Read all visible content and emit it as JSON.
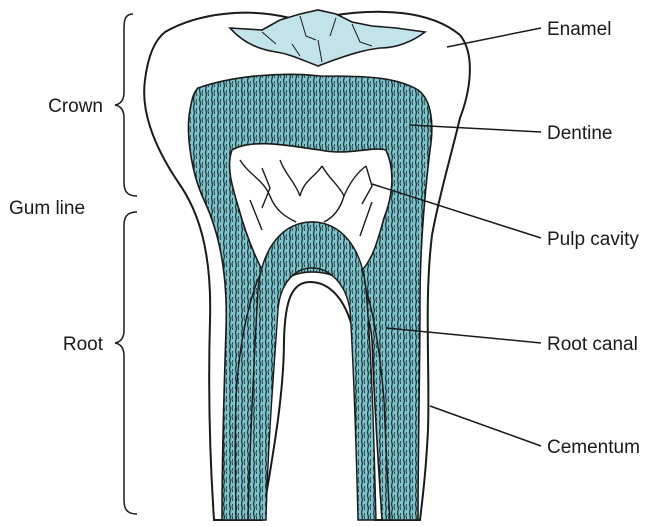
{
  "colors": {
    "dentine": "#7ec4cc",
    "enamel_cap": "#c2e3ea",
    "outline": "#1a1a1a",
    "background": "#ffffff"
  },
  "labels": {
    "left": {
      "crown": "Crown",
      "gum_line": "Gum line",
      "root": "Root"
    },
    "right": {
      "enamel": "Enamel",
      "dentine": "Dentine",
      "pulp_cavity": "Pulp cavity",
      "root_canal": "Root canal",
      "cementum": "Cementum"
    }
  }
}
